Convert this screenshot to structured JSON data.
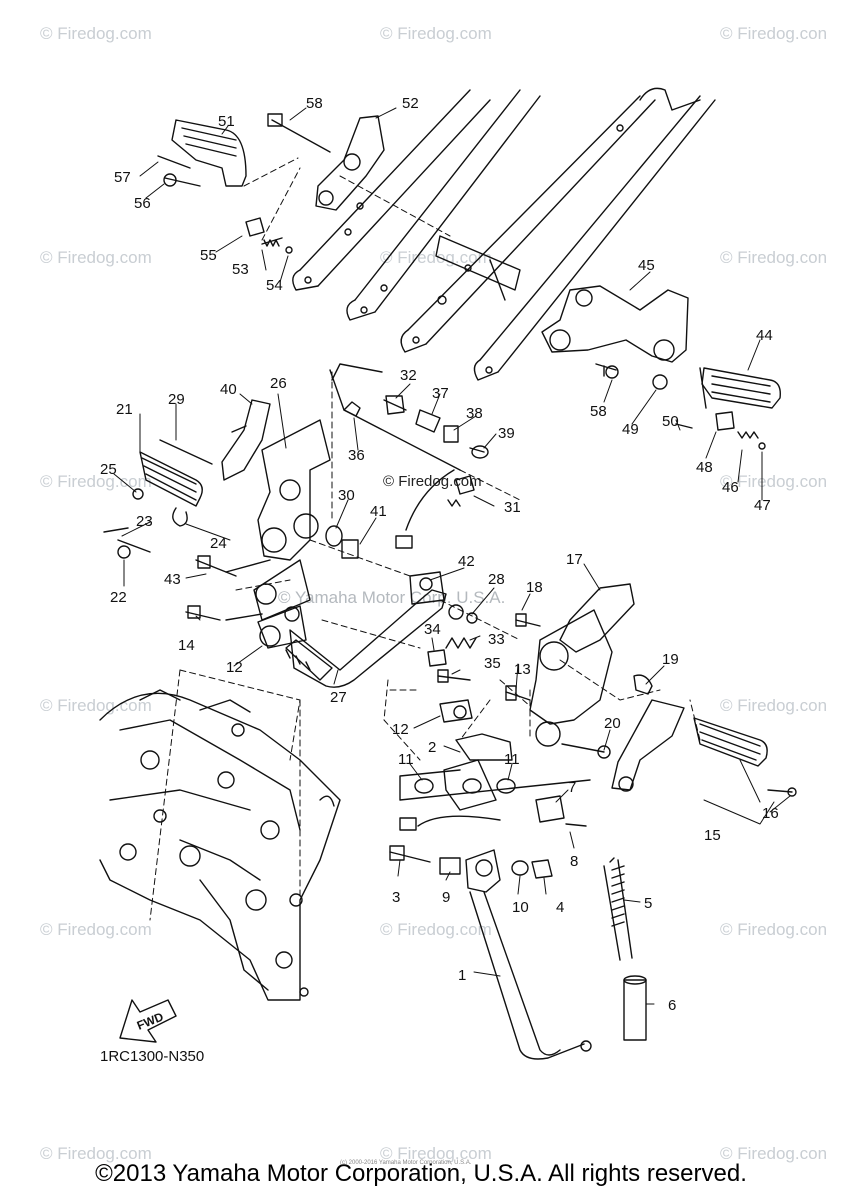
{
  "watermarks": {
    "firedog": "© Firedog.com",
    "firedog_partial": "© Firedog.con",
    "firedog_center": "© Firedog.com",
    "yamaha_center": "© Yamaha Motor Corp. U.S.A."
  },
  "diagram_code": "1RC1300-N350",
  "fwd_label": "FWD",
  "copyright": "©2013 Yamaha Motor Corporation, U.S.A. All rights reserved.",
  "copyright_small": "(c) 2000-2016 Yamaha Motor Corporation, U.S.A.",
  "callouts": [
    {
      "n": "1"
    },
    {
      "n": "2"
    },
    {
      "n": "3"
    },
    {
      "n": "4"
    },
    {
      "n": "5"
    },
    {
      "n": "6"
    },
    {
      "n": "7"
    },
    {
      "n": "8"
    },
    {
      "n": "9"
    },
    {
      "n": "10"
    },
    {
      "n": "11"
    },
    {
      "n": "11"
    },
    {
      "n": "12"
    },
    {
      "n": "12"
    },
    {
      "n": "13"
    },
    {
      "n": "14"
    },
    {
      "n": "15"
    },
    {
      "n": "16"
    },
    {
      "n": "17"
    },
    {
      "n": "18"
    },
    {
      "n": "19"
    },
    {
      "n": "20"
    },
    {
      "n": "21"
    },
    {
      "n": "22"
    },
    {
      "n": "23"
    },
    {
      "n": "24"
    },
    {
      "n": "25"
    },
    {
      "n": "26"
    },
    {
      "n": "27"
    },
    {
      "n": "28"
    },
    {
      "n": "29"
    },
    {
      "n": "30"
    },
    {
      "n": "31"
    },
    {
      "n": "32"
    },
    {
      "n": "33"
    },
    {
      "n": "34"
    },
    {
      "n": "35"
    },
    {
      "n": "36"
    },
    {
      "n": "37"
    },
    {
      "n": "38"
    },
    {
      "n": "39"
    },
    {
      "n": "40"
    },
    {
      "n": "41"
    },
    {
      "n": "42"
    },
    {
      "n": "43"
    },
    {
      "n": "44"
    },
    {
      "n": "45"
    },
    {
      "n": "46"
    },
    {
      "n": "47"
    },
    {
      "n": "48"
    },
    {
      "n": "49"
    },
    {
      "n": "50"
    },
    {
      "n": "51"
    },
    {
      "n": "52"
    },
    {
      "n": "53"
    },
    {
      "n": "54"
    },
    {
      "n": "55"
    },
    {
      "n": "56"
    },
    {
      "n": "57"
    },
    {
      "n": "58"
    },
    {
      "n": "58"
    }
  ]
}
